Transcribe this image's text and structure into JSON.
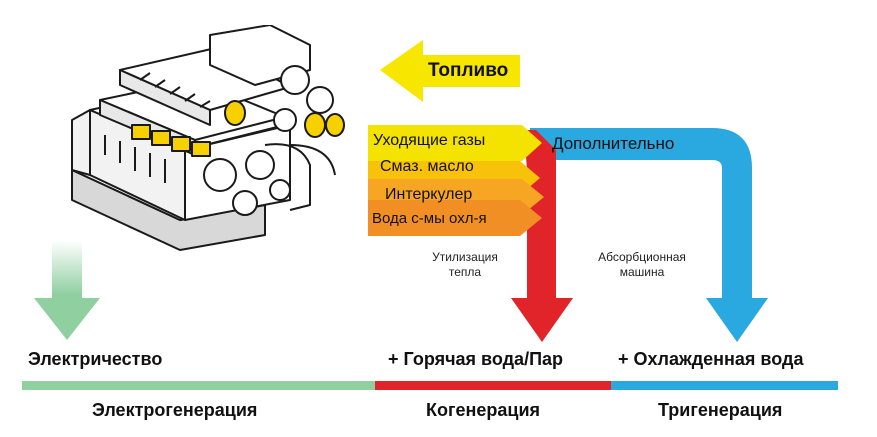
{
  "fuel": {
    "label": "Топливо",
    "color": "#f7e600"
  },
  "heat_sources": [
    {
      "label": "Уходящие газы",
      "color": "#f4e200"
    },
    {
      "label": "Смаз. масло",
      "color": "#f9c20a"
    },
    {
      "label": "Интеркулер",
      "color": "#f6a623"
    },
    {
      "label": "Вода с-мы охл-я",
      "color": "#f28f24"
    }
  ],
  "additional": {
    "label": "Дополнительно",
    "color": "#2aa8e0"
  },
  "heat_recovery": {
    "label_line1": "Утилизация",
    "label_line2": "тепла",
    "color": "#e1232a"
  },
  "absorption": {
    "label_line1": "Абсорбционная",
    "label_line2": "машина"
  },
  "outputs": {
    "electricity": "Электричество",
    "hot_water": "+ Горячая вода/Пар",
    "chilled_water": "+ Охлажденная вода"
  },
  "categories": {
    "electrogeneration": {
      "label": "Электрогенерация",
      "color": "#8fcfa0"
    },
    "cogeneration": {
      "label": "Когенерация",
      "color": "#e1232a"
    },
    "trigeneration": {
      "label": "Тригенерация",
      "color": "#2aa8e0"
    }
  },
  "engine": {
    "icon": "gas-engine-icon"
  }
}
